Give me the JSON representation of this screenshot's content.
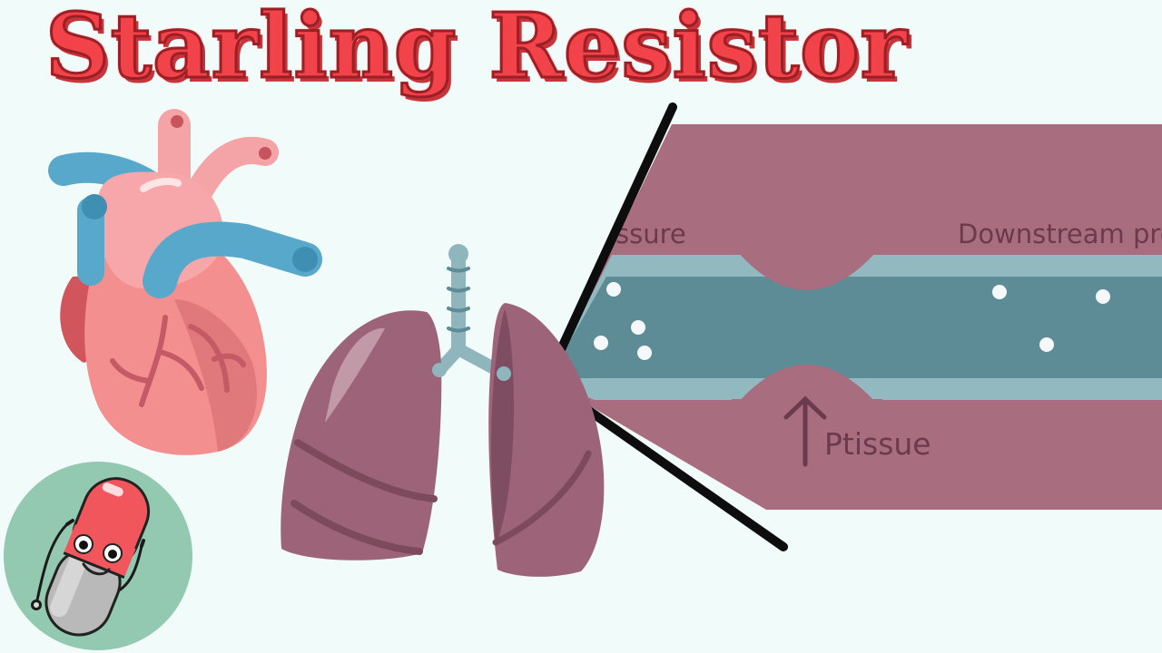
{
  "title": "Starling Resistor",
  "diagram": {
    "upstream_label_visible": "ssure",
    "downstream_label": "Downstream pressure",
    "tissue_label": "Ptissue"
  },
  "colors": {
    "background": "#f1fbf9",
    "title_fill": "#f2434a",
    "tissue": "#a86e80",
    "vessel_wall": "#92b9c0",
    "vessel_lumen": "#5d8c96",
    "lung": "#9d6479",
    "heart": "#f48f8f",
    "vein_blue": "#58a8cb"
  }
}
